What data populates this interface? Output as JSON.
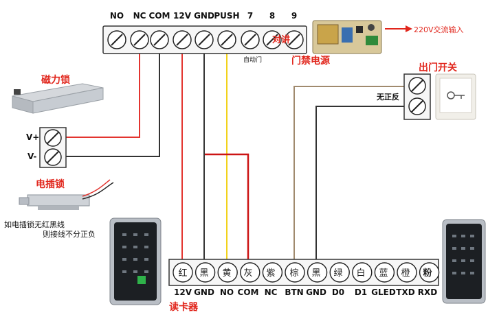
{
  "top_terminal": {
    "labels": [
      "NO",
      "NC",
      "COM",
      "12V",
      "GND",
      "PUSH",
      "7",
      "8",
      "9"
    ],
    "sub_label": "自动门",
    "intercom_label": "对讲"
  },
  "power_supply": {
    "title": "门禁电源",
    "input_label": "220V交流输入"
  },
  "magnetic_lock": {
    "title": "磁力锁",
    "vplus": "V+",
    "vminus": "V-"
  },
  "electric_bolt": {
    "title": "电插锁",
    "note_line1": "如电插锁无红黑线",
    "note_line2": "则接线不分正负"
  },
  "exit_button": {
    "title": "出门开关",
    "side_label": "无正反"
  },
  "bottom_terminal": {
    "chinese": [
      "红",
      "黑",
      "黄",
      "灰",
      "紫",
      "棕",
      "黑",
      "绿",
      "白",
      "蓝",
      "橙",
      "粉"
    ],
    "labels": [
      "12V",
      "GND",
      "NO",
      "COM",
      "NC",
      "BTN",
      "GND",
      "D0",
      "D1",
      "GLED",
      "TXD",
      "RXD"
    ],
    "title": "读卡器"
  },
  "colors": {
    "red_wire": "#e3342f",
    "black_wire": "#333333",
    "yellow_wire": "#f2d21b",
    "brown_wire": "#a08a6e",
    "jumper_red": "#cc1414",
    "accent_red": "#e1261c"
  }
}
